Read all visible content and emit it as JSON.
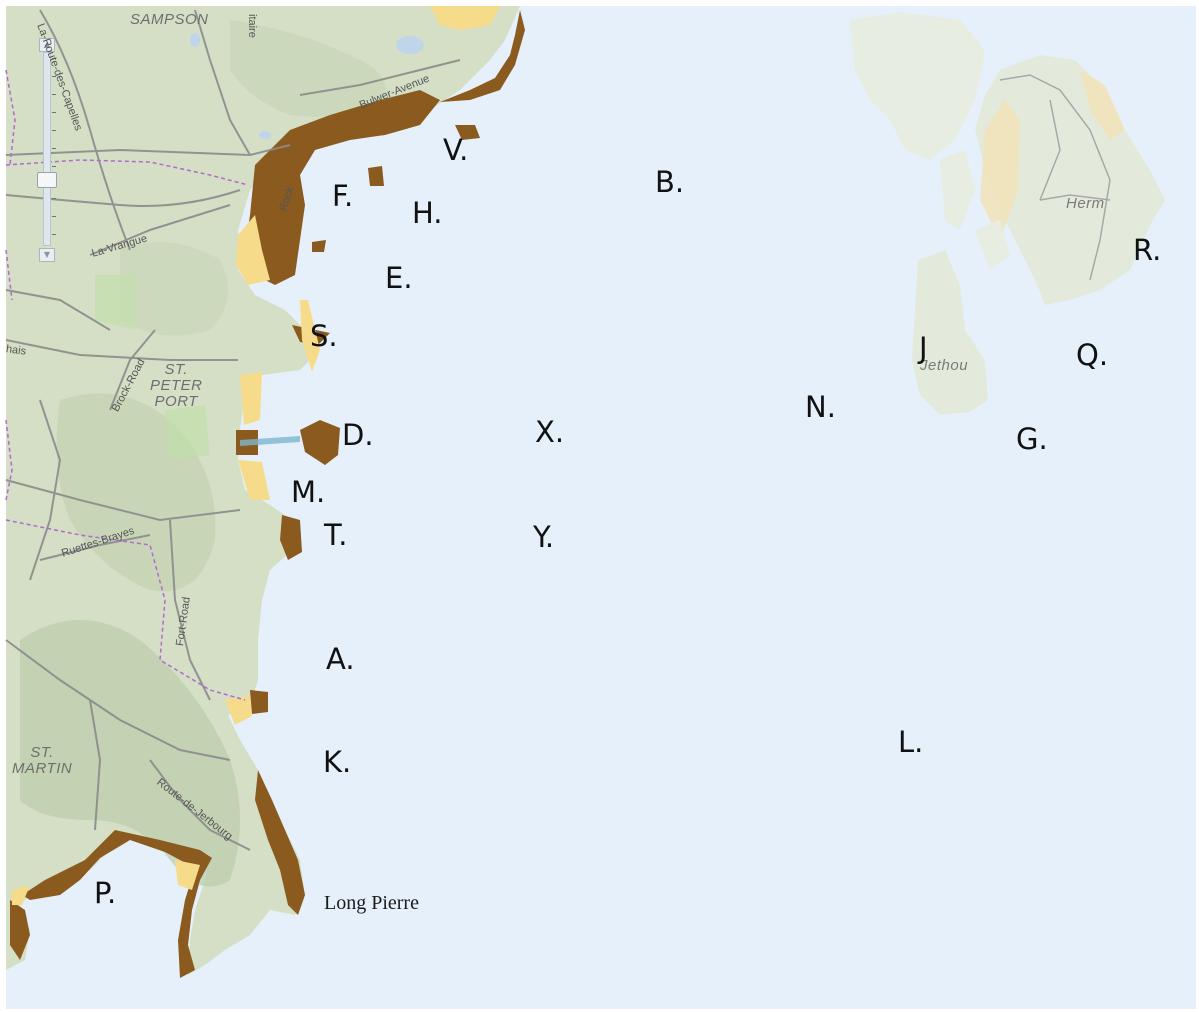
{
  "colors": {
    "sea": "#e5f0fb",
    "land": "#d4dfc6",
    "land_hill": "#b9c9a8",
    "land_faded": "#e3eadb",
    "road": "#8b8b8b",
    "boundary": "#b06ad0",
    "rock": "#8b5a1e",
    "sand": "#f6dc8a"
  },
  "markers": [
    "V.",
    "B.",
    "F.",
    "H.",
    "E.",
    "R.",
    "S.",
    "J",
    "Q.",
    "N.",
    "D.",
    "X.",
    "G.",
    "M.",
    "T.",
    "Y.",
    "A.",
    "L.",
    "K.",
    "P."
  ],
  "places": {
    "sampson": "SAMPSON",
    "st_peter_port_line1": "ST.",
    "st_peter_port_line2": "PETER",
    "st_peter_port_line3": "PORT",
    "st_martin_line1": "ST.",
    "st_martin_line2": "MARTIN",
    "herm": "Herm",
    "jethou": "Jethou"
  },
  "roads": {
    "route_des_capelles": "La-Route-des-Capelles",
    "bulwer_avenue": "Bulwer-Avenue",
    "la_vrangue": "La-Vrangue",
    "brock_road": "Brock-Road",
    "ruettes_brayes": "Ruettes-Brayes",
    "fort_road": "Fort-Road",
    "route_de_jerbourg": "Route-de-Jerbourg",
    "rock": "Rock",
    "chais": "hais",
    "itaire": "itaire"
  },
  "features": {
    "long_pierre": "Long Pierre"
  },
  "zoom_control": {
    "zoom_in_icon": "plus-icon",
    "zoom_out_icon": "minus-icon"
  }
}
